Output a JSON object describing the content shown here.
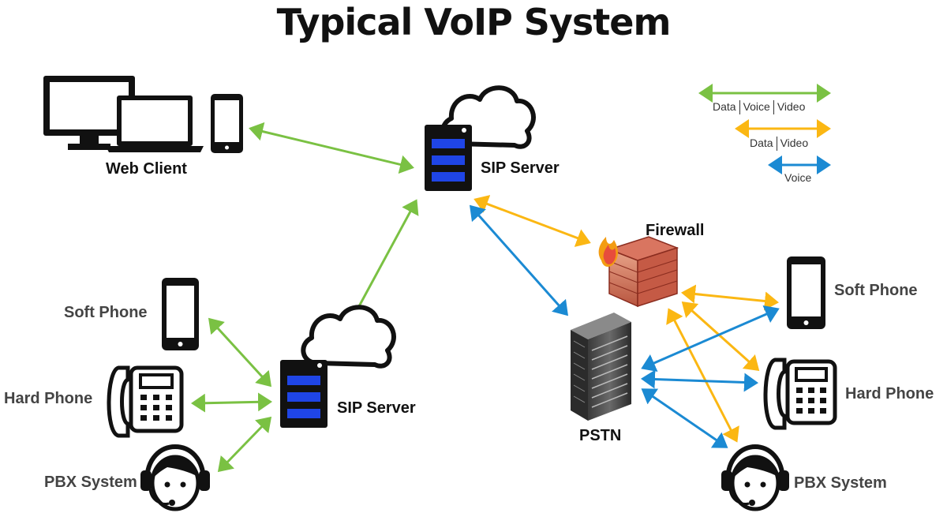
{
  "title": "Typical VoIP System",
  "nodes": {
    "web_client": "Web Client",
    "sip_server_top": "SIP Server",
    "sip_server_bottom": "SIP Server",
    "firewall": "Firewall",
    "pstn": "PSTN",
    "left_soft_phone": "Soft Phone",
    "left_hard_phone": "Hard Phone",
    "left_pbx": "PBX System",
    "right_soft_phone": "Soft Phone",
    "right_hard_phone": "Hard Phone",
    "right_pbx": "PBX System"
  },
  "legend": {
    "data_voice_video": {
      "parts": [
        "Data",
        "Voice",
        "Video"
      ],
      "color": "#7ac143"
    },
    "data_video": {
      "parts": [
        "Data",
        "Video"
      ],
      "color": "#fbb713"
    },
    "voice": {
      "parts": [
        "Voice"
      ],
      "color": "#1b8ad3"
    }
  },
  "colors": {
    "green": "#7ac143",
    "yellow": "#fbb713",
    "blue": "#1b8ad3",
    "server_slot": "#1f45e6",
    "firewall_brick": "#c0504d"
  }
}
